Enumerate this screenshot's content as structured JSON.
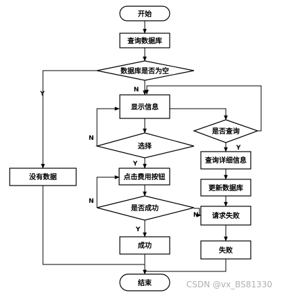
{
  "flowchart": {
    "nodes": {
      "start": "开始",
      "query_db": "查询数据库",
      "db_empty": "数据库是否为空",
      "show_info": "显示信息",
      "select": "选择",
      "click_fee": "点击费用按钮",
      "is_success": "是否成功",
      "success": "成功",
      "end": "结束",
      "no_data": "没有数据",
      "is_query": "是否查询",
      "query_detail": "查询详细信息",
      "update_db": "更新数据库",
      "request_fail": "请求失败",
      "fail": "失败"
    },
    "edge_labels": {
      "db_empty_yes": "Y",
      "db_empty_no": "N",
      "select_yes": "Y",
      "select_no": "N",
      "is_success_no": "N",
      "is_success_yes": "Y",
      "is_query_yes": "Y",
      "to_request_fail_no": "N"
    }
  },
  "watermark": "CSDN @vx_BS81330"
}
